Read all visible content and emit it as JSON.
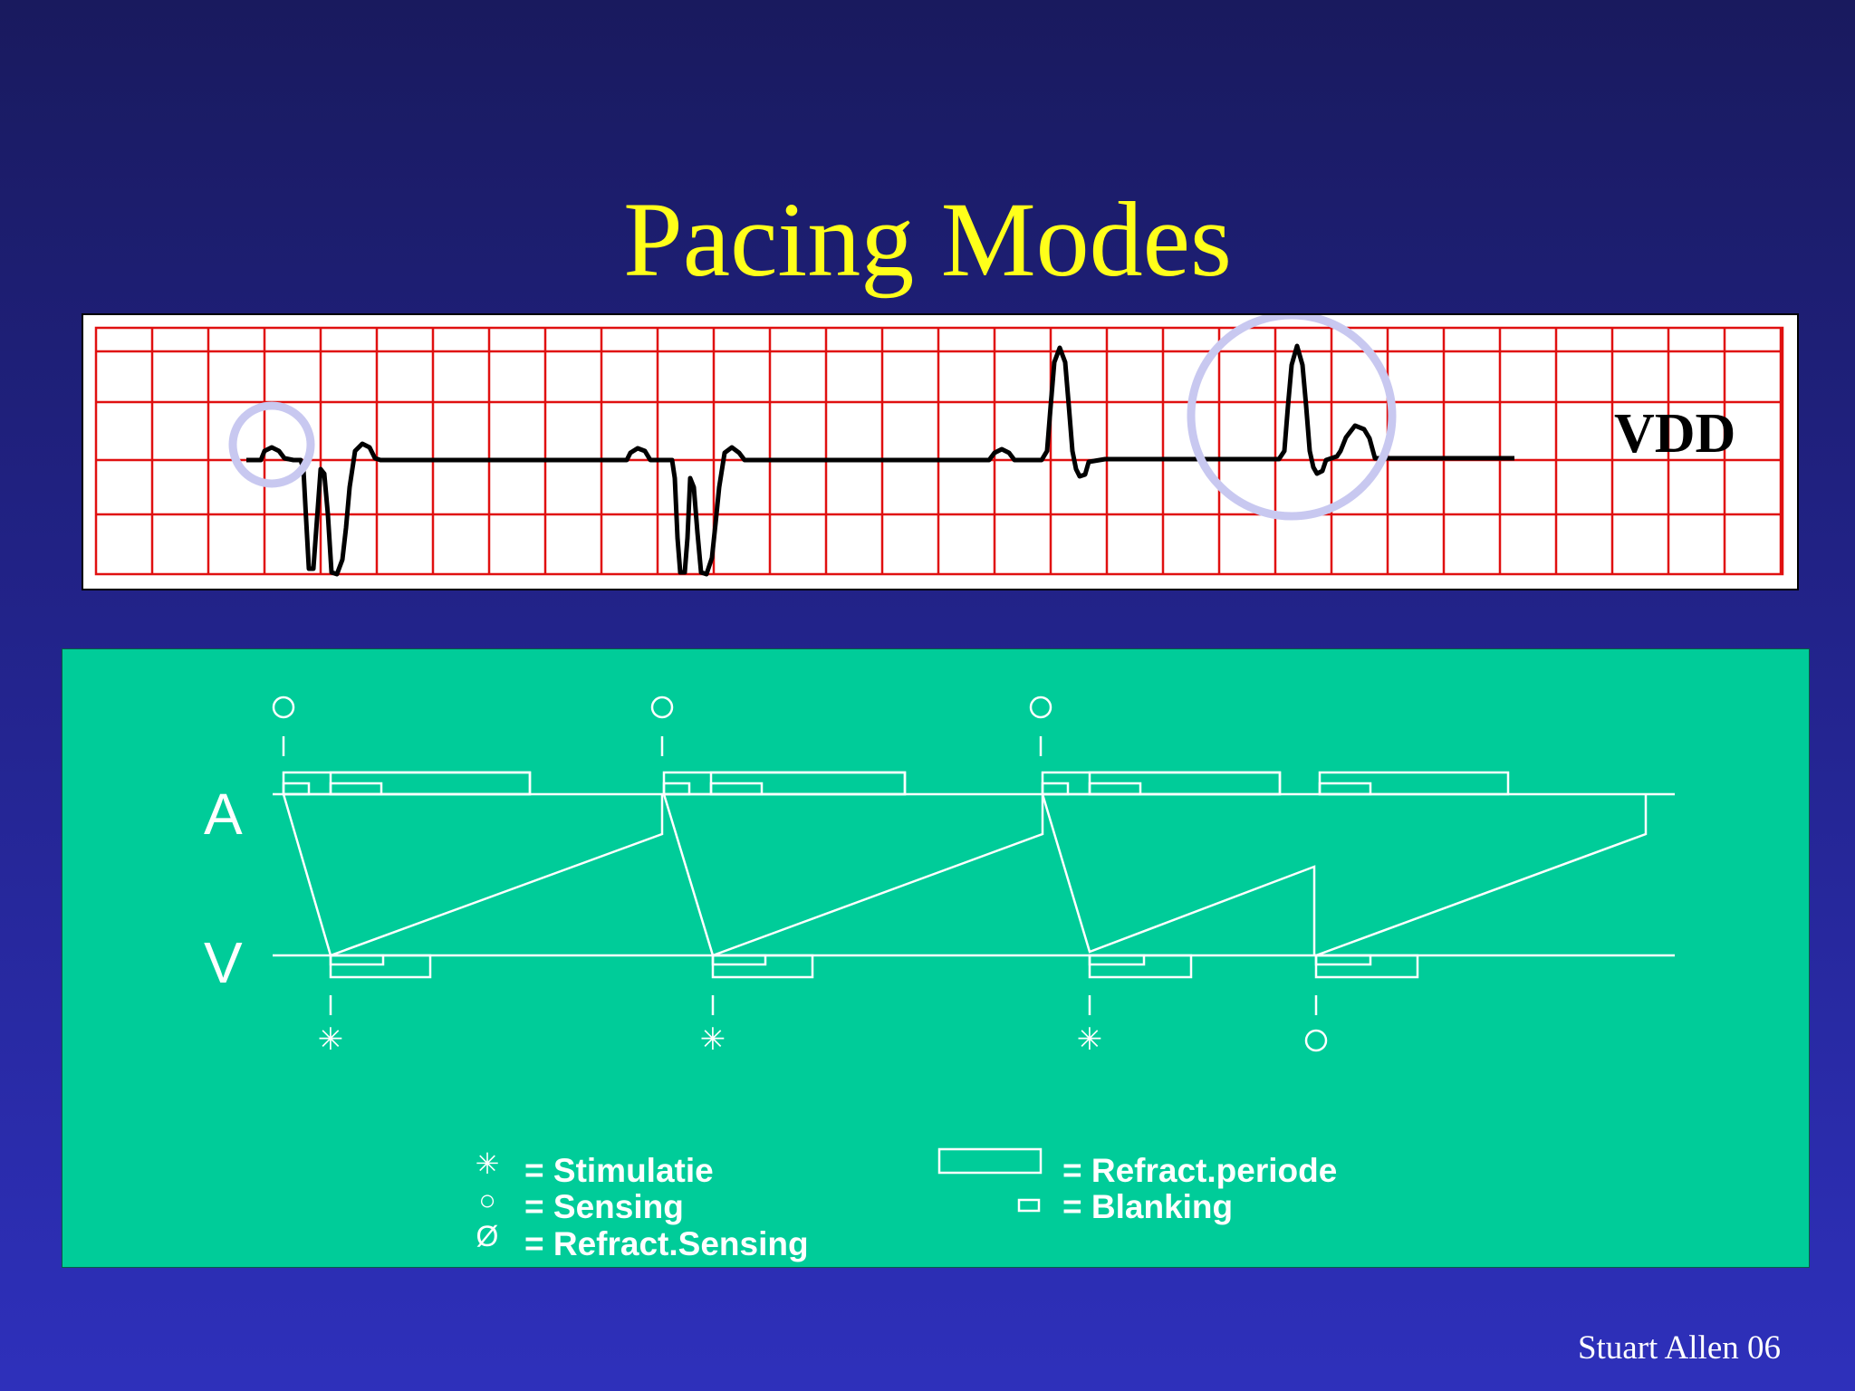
{
  "slide": {
    "title": "Pacing Modes",
    "footer": "Stuart Allen 06"
  },
  "ecg": {
    "mode_label": "VDD",
    "grid_color": "#e01010",
    "trace_color": "#000000",
    "highlight_color": "#c8c8f0"
  },
  "timing": {
    "channels": {
      "atrial": "A",
      "ventricular": "V"
    },
    "line_color": "#ffffff",
    "panel_color": "#00cc99",
    "legend": [
      {
        "symbol": "✳",
        "text": "= Stimulatie"
      },
      {
        "symbol": "○",
        "text": "= Sensing"
      },
      {
        "symbol": "Ø",
        "text": "= Refract.Sensing"
      },
      {
        "symbol": "refractory-box",
        "text": "= Refract.periode"
      },
      {
        "symbol": "blanking-box",
        "text": "= Blanking"
      }
    ]
  }
}
